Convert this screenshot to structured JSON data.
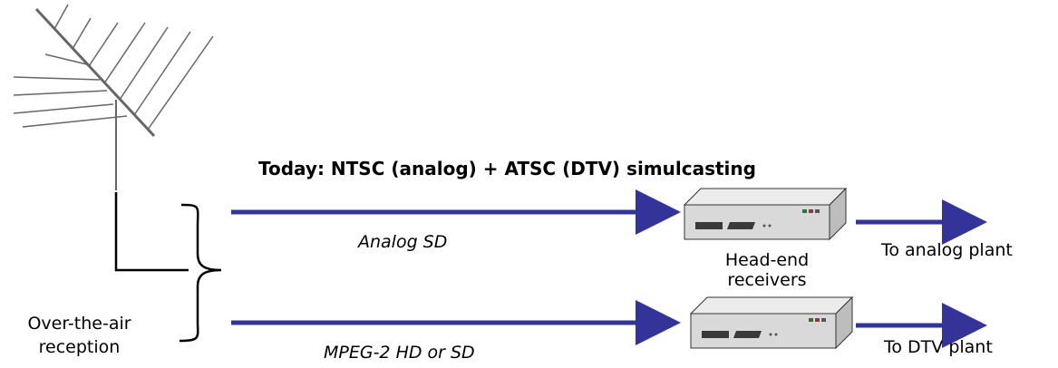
{
  "title": "Today: NTSC (analog) + ATSC (DTV) simulcasting",
  "labels": {
    "analog_signal": "Analog SD",
    "digital_signal": "MPEG-2 HD or SD",
    "receivers": "Head-end receivers",
    "to_analog": "To analog plant",
    "to_dtv": "To DTV plant",
    "ota": "Over-the-air reception"
  },
  "colors": {
    "arrow": "#333399",
    "receiver_body": "#d9d9d9",
    "receiver_dark": "#4a4a4a",
    "antenna": "#555555"
  },
  "icons": {
    "antenna": "tv-antenna-icon",
    "receiver": "set-top-receiver-icon"
  }
}
